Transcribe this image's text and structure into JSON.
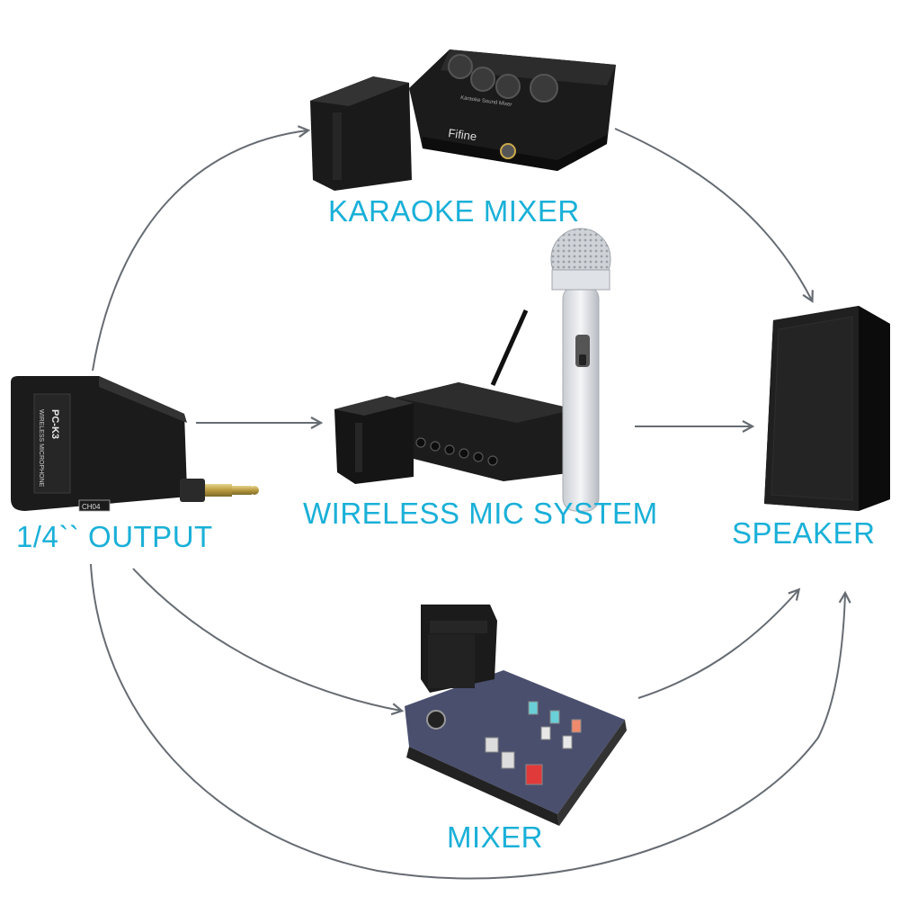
{
  "labels": {
    "karaoke_mixer": "KARAOKE MIXER",
    "wireless_mic_system": "WIRELESS MIC SYSTEM",
    "output": "1/4`` OUTPUT",
    "speaker": "SPEAKER",
    "mixer": "MIXER"
  },
  "transmitter": {
    "model": "PC-K3",
    "subtitle": "WIRELESS MICROPHONE",
    "channel": "CH04"
  },
  "karaoke_device": {
    "brand": "Fifine",
    "name": "Karaoke Sound Mixer"
  },
  "colors": {
    "label": "#1ab0d8",
    "arrow": "#666c72",
    "device_body": "#1a1a1a",
    "mixer_panel": "#4a4f6e"
  }
}
